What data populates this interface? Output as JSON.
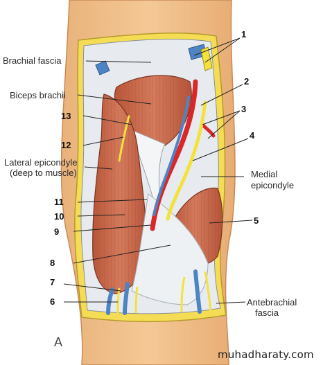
{
  "figure": {
    "panel_letter": "A",
    "watermark": "muhadharaty.com",
    "labels": {
      "brachial_fascia": "Brachial fascia",
      "biceps_brachii": "Biceps brachii",
      "lateral_epicondyle_1": "Lateral epicondyle",
      "lateral_epicondyle_2": "(deep to muscle)",
      "medial_epicondyle_1": "Medial",
      "medial_epicondyle_2": "epicondyle",
      "antebrachial_fascia_1": "Antebrachial",
      "antebrachial_fascia_2": "fascia"
    },
    "numbers": {
      "n1": "1",
      "n2": "2",
      "n3": "3",
      "n4": "4",
      "n5": "5",
      "n6": "6",
      "n7": "7",
      "n8": "8",
      "n9": "9",
      "n10": "10",
      "n11": "11",
      "n12": "12",
      "n13": "13"
    },
    "colors": {
      "skin": "#f1c08a",
      "fascia_white": "#e9ecef",
      "fat_yellow": "#f4dd55",
      "muscle": "#c96a4e",
      "artery": "#d8282a",
      "vein": "#4d84c4",
      "nerve": "#f2e23a"
    }
  }
}
